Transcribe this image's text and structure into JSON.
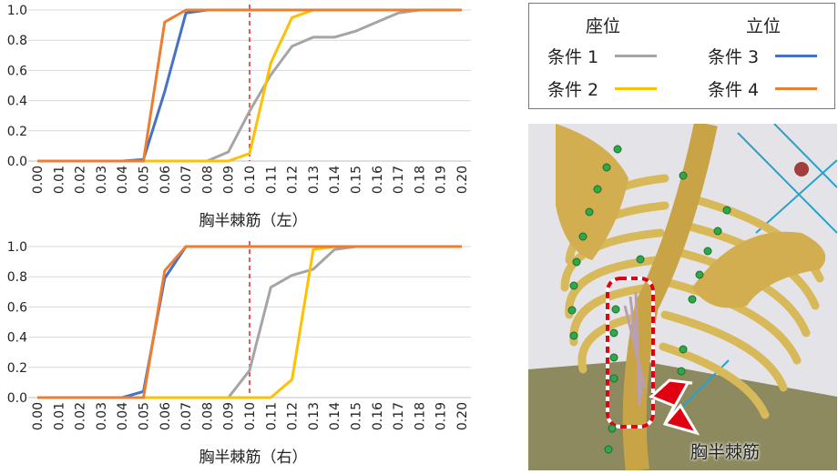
{
  "colors": {
    "cond1": "#A5A5A5",
    "cond2": "#FFC000",
    "cond3": "#4472C4",
    "cond4": "#ED7D31",
    "threshold": "#E00000"
  },
  "legend": {
    "group_sitting": "座位",
    "group_standing": "立位",
    "items": [
      {
        "label": "条件 1",
        "color": "#A5A5A5"
      },
      {
        "label": "条件 2",
        "color": "#FFC000"
      },
      {
        "label": "条件 3",
        "color": "#4472C4"
      },
      {
        "label": "条件 4",
        "color": "#ED7D31"
      }
    ]
  },
  "illustration": {
    "label": "胸半棘筋"
  },
  "chart_data": [
    {
      "type": "line",
      "title": "胸半棘筋（左）",
      "x": [
        "0.00",
        "0.01",
        "0.02",
        "0.03",
        "0.04",
        "0.05",
        "0.06",
        "0.07",
        "0.08",
        "0.09",
        "0.10",
        "0.11",
        "0.12",
        "0.13",
        "0.14",
        "0.15",
        "0.16",
        "0.17",
        "0.18",
        "0.19",
        "0.20"
      ],
      "ylim": [
        0,
        1
      ],
      "yticks": [
        "0.0",
        "0.2",
        "0.4",
        "0.6",
        "0.8",
        "1.0"
      ],
      "grid": true,
      "threshold_x": "0.10",
      "series": [
        {
          "name": "条件 1",
          "values": [
            0,
            0,
            0,
            0,
            0,
            0,
            0,
            0,
            0,
            0.06,
            0.33,
            0.57,
            0.76,
            0.82,
            0.82,
            0.86,
            0.92,
            0.98,
            1,
            1,
            1
          ]
        },
        {
          "name": "条件 2",
          "values": [
            0,
            0,
            0,
            0,
            0,
            0,
            0,
            0,
            0,
            0,
            0.05,
            0.65,
            0.95,
            1,
            1,
            1,
            1,
            1,
            1,
            1,
            1
          ]
        },
        {
          "name": "条件 3",
          "values": [
            0,
            0,
            0,
            0,
            0,
            0.01,
            0.46,
            0.98,
            1,
            1,
            1,
            1,
            1,
            1,
            1,
            1,
            1,
            1,
            1,
            1,
            1
          ]
        },
        {
          "name": "条件 4",
          "values": [
            0,
            0,
            0,
            0,
            0,
            0,
            0.92,
            1,
            1,
            1,
            1,
            1,
            1,
            1,
            1,
            1,
            1,
            1,
            1,
            1,
            1
          ]
        }
      ]
    },
    {
      "type": "line",
      "title": "胸半棘筋（右）",
      "x": [
        "0.00",
        "0.01",
        "0.02",
        "0.03",
        "0.04",
        "0.05",
        "0.06",
        "0.07",
        "0.08",
        "0.09",
        "0.10",
        "0.11",
        "0.12",
        "0.13",
        "0.14",
        "0.15",
        "0.16",
        "0.17",
        "0.18",
        "0.19",
        "0.20"
      ],
      "ylim": [
        0,
        1
      ],
      "yticks": [
        "0.0",
        "0.2",
        "0.4",
        "0.6",
        "0.8",
        "1.0"
      ],
      "grid": true,
      "threshold_x": "0.10",
      "series": [
        {
          "name": "条件 1",
          "values": [
            0,
            0,
            0,
            0,
            0,
            0,
            0,
            0,
            0,
            0,
            0.18,
            0.73,
            0.81,
            0.85,
            0.98,
            1,
            1,
            1,
            1,
            1,
            1
          ]
        },
        {
          "name": "条件 2",
          "values": [
            0,
            0,
            0,
            0,
            0,
            0,
            0,
            0,
            0,
            0,
            0,
            0,
            0.12,
            0.98,
            1,
            1,
            1,
            1,
            1,
            1,
            1
          ]
        },
        {
          "name": "条件 3",
          "values": [
            0,
            0,
            0,
            0,
            0,
            0.04,
            0.79,
            1,
            1,
            1,
            1,
            1,
            1,
            1,
            1,
            1,
            1,
            1,
            1,
            1,
            1
          ]
        },
        {
          "name": "条件 4",
          "values": [
            0,
            0,
            0,
            0,
            0,
            0,
            0.84,
            1,
            1,
            1,
            1,
            1,
            1,
            1,
            1,
            1,
            1,
            1,
            1,
            1,
            1
          ]
        }
      ]
    }
  ]
}
